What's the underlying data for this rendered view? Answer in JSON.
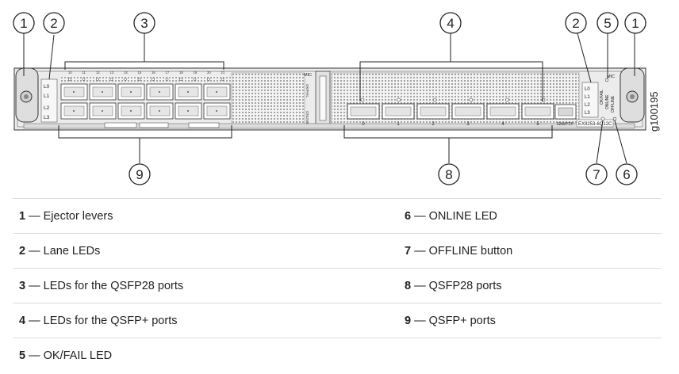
{
  "figure_id": "g100195",
  "callouts": {
    "c1a": "1",
    "c2a": "2",
    "c3": "3",
    "c4": "4",
    "c2b": "2",
    "c5": "5",
    "c1b": "1",
    "c9": "9",
    "c8": "8",
    "c7": "7",
    "c6": "6"
  },
  "panel_text": {
    "mic_left": "MIC",
    "mic_right": "MIC",
    "lane_left": [
      "L0",
      "L1",
      "L2",
      "L3"
    ],
    "lane_right": [
      "L0",
      "L1",
      "L2",
      "L3"
    ],
    "gm_ptp": "GM/PTP",
    "model": "EX9253-6Q12C",
    "qsfp28_port_numbers": [
      "0",
      "1",
      "2",
      "3",
      "4",
      "5"
    ],
    "qsfp_led_labels": [
      "10",
      "11",
      "12",
      "13",
      "14",
      "15",
      "16",
      "17",
      "18",
      "19",
      "20",
      "21"
    ],
    "ok_fail": "OK/FAIL",
    "online": "ONLINE",
    "offline": "OFFLINE"
  },
  "legend": [
    {
      "num": "1",
      "sep": " — ",
      "text": "Ejector levers"
    },
    {
      "num": "6",
      "sep": " — ",
      "text": "ONLINE LED"
    },
    {
      "num": "2",
      "sep": " — ",
      "text": "Lane LEDs"
    },
    {
      "num": "7",
      "sep": " — ",
      "text": "OFFLINE button"
    },
    {
      "num": "3",
      "sep": " — ",
      "text": "LEDs for the QSFP28 ports"
    },
    {
      "num": "8",
      "sep": " — ",
      "text": "QSFP28 ports"
    },
    {
      "num": "4",
      "sep": " — ",
      "text": "LEDs for the QSFP+ ports"
    },
    {
      "num": "9",
      "sep": " — ",
      "text": "QSFP+ ports"
    },
    {
      "num": "5",
      "sep": " — ",
      "text": "OK/FAIL LED"
    }
  ]
}
